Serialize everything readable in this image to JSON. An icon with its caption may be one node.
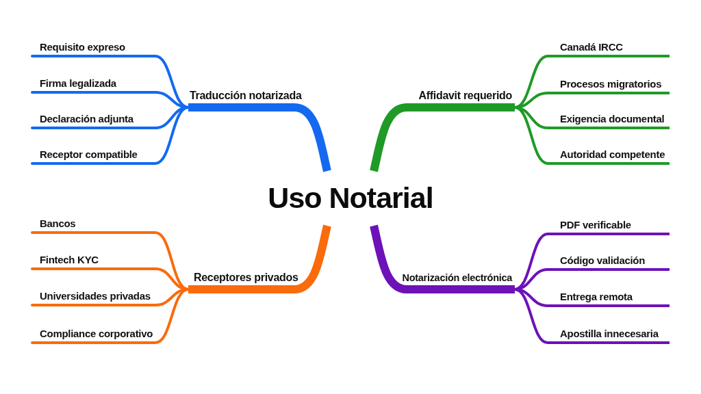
{
  "diagram": {
    "nodes": [
      {
        "text": [
          "Uso Notarial"
        ]
      },
      {
        "text": [
          "Traducción notarizada"
        ]
      },
      {
        "text": [
          "Requisito expreso"
        ]
      },
      {
        "text": [
          "Firma legalizada"
        ]
      },
      {
        "text": [
          "Declaración adjunta"
        ]
      },
      {
        "text": [
          "Receptor compatible"
        ]
      },
      {
        "text": [
          "Affidavit requerido"
        ]
      },
      {
        "text": [
          "Canadá IRCC"
        ]
      },
      {
        "text": [
          "Procesos migratorios"
        ]
      },
      {
        "text": [
          "Exigencia documental"
        ]
      },
      {
        "text": [
          "Autoridad competente"
        ]
      },
      {
        "text": [
          "Receptores privados"
        ]
      },
      {
        "text": [
          "Bancos"
        ]
      },
      {
        "text": [
          "Fintech KYC"
        ]
      },
      {
        "text": [
          "Universidades privadas"
        ]
      },
      {
        "text": [
          "Compliance corporativo"
        ]
      },
      {
        "text": [
          "Notarización electrónica"
        ]
      },
      {
        "text": [
          "PDF verificable"
        ]
      },
      {
        "text": [
          "Código validación"
        ]
      },
      {
        "text": [
          "Entrega remota"
        ]
      },
      {
        "text": [
          "Apostilla innecesaria"
        ]
      }
    ],
    "edges": [
      {
        "from": 0,
        "to": 1,
        "arrow": "none",
        "style": "thick",
        "color": "#1469f0"
      },
      {
        "from": 1,
        "to": 2,
        "arrow": "none",
        "color": "#1469f0"
      },
      {
        "from": 1,
        "to": 3,
        "arrow": "none",
        "color": "#1469f0"
      },
      {
        "from": 1,
        "to": 4,
        "arrow": "none",
        "color": "#1469f0"
      },
      {
        "from": 1,
        "to": 5,
        "arrow": "none",
        "color": "#1469f0"
      },
      {
        "from": 0,
        "to": 6,
        "arrow": "none",
        "style": "thick",
        "color": "#1f9a26"
      },
      {
        "from": 6,
        "to": 7,
        "arrow": "none",
        "color": "#1f9a26"
      },
      {
        "from": 6,
        "to": 8,
        "arrow": "none",
        "color": "#1f9a26"
      },
      {
        "from": 6,
        "to": 9,
        "arrow": "none",
        "color": "#1f9a26"
      },
      {
        "from": 6,
        "to": 10,
        "arrow": "none",
        "color": "#1f9a26"
      },
      {
        "from": 0,
        "to": 11,
        "arrow": "none",
        "style": "thick",
        "color": "#fa6b0c"
      },
      {
        "from": 11,
        "to": 12,
        "arrow": "none",
        "color": "#fa6b0c"
      },
      {
        "from": 11,
        "to": 13,
        "arrow": "none",
        "color": "#fa6b0c"
      },
      {
        "from": 11,
        "to": 14,
        "arrow": "none",
        "color": "#fa6b0c"
      },
      {
        "from": 11,
        "to": 15,
        "arrow": "none",
        "color": "#fa6b0c"
      },
      {
        "from": 0,
        "to": 16,
        "arrow": "none",
        "style": "thick",
        "color": "#6c12b8"
      },
      {
        "from": 16,
        "to": 17,
        "arrow": "none",
        "color": "#6c12b8"
      },
      {
        "from": 16,
        "to": 18,
        "arrow": "none",
        "color": "#6c12b8"
      },
      {
        "from": 16,
        "to": 19,
        "arrow": "none",
        "color": "#6c12b8"
      },
      {
        "from": 16,
        "to": 20,
        "arrow": "none",
        "color": "#6c12b8"
      }
    ]
  }
}
